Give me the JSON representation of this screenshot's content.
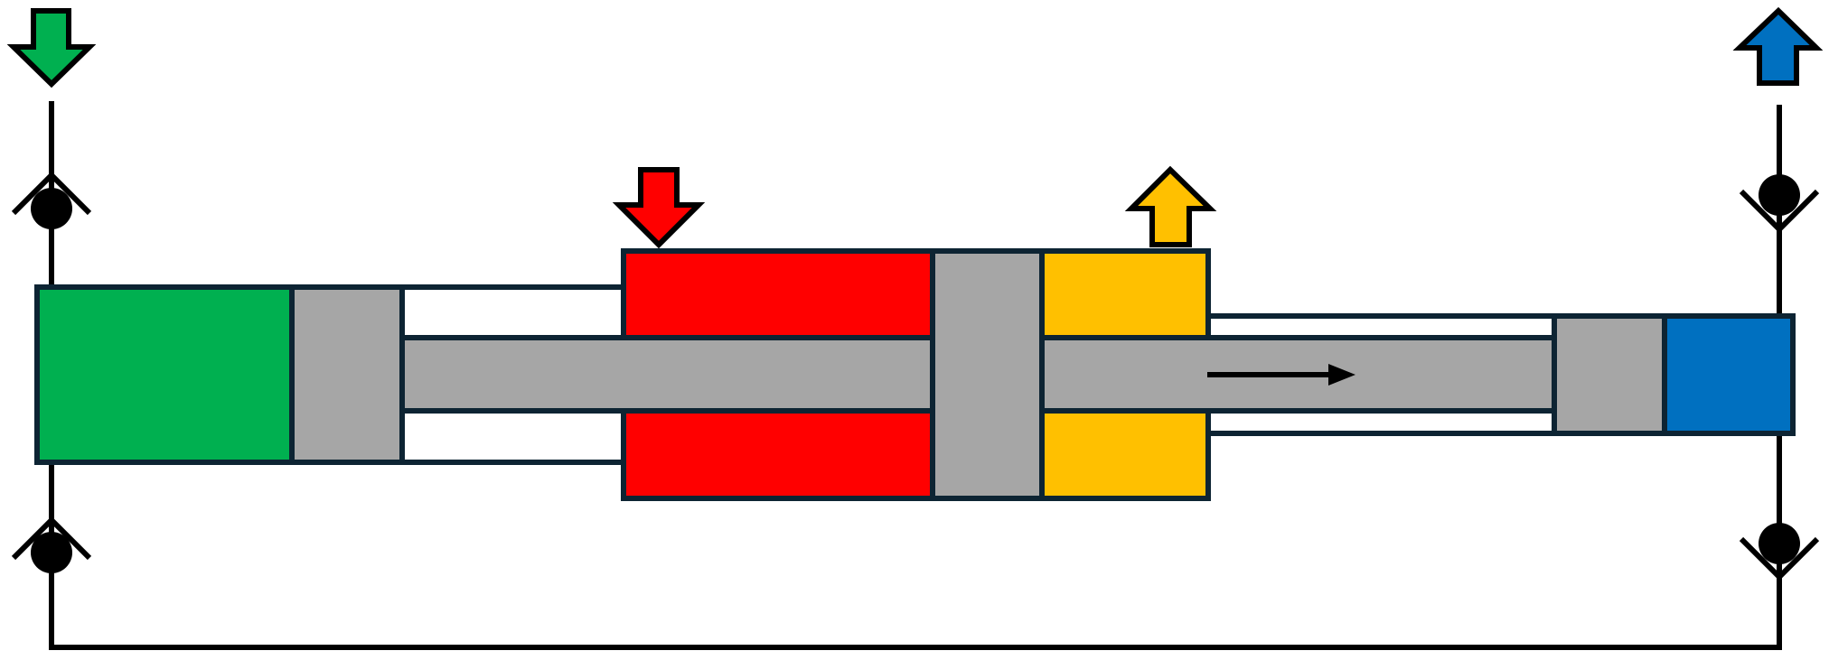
{
  "colors": {
    "background": "#FFFFFF",
    "outline": "#0D2433",
    "line": "#000000",
    "green": "#00B050",
    "red": "#FF0000",
    "yellow": "#FFC000",
    "blue": "#0070C0",
    "gray": "#A6A6A6"
  },
  "icons": {
    "inlet_green": "arrow-down-icon",
    "inlet_red": "arrow-down-icon",
    "outlet_yellow": "arrow-up-icon",
    "outlet_blue": "arrow-up-icon",
    "flow_direction": "arrow-right-icon",
    "check_valve": "check-valve-icon"
  },
  "diagram": {
    "components": [
      "green-chamber",
      "gray-piston-left",
      "piston-rod-left",
      "red-chamber",
      "gray-piston-center",
      "yellow-chamber",
      "piston-rod-right",
      "gray-piston-right",
      "blue-chamber"
    ],
    "flow_direction": "right"
  }
}
